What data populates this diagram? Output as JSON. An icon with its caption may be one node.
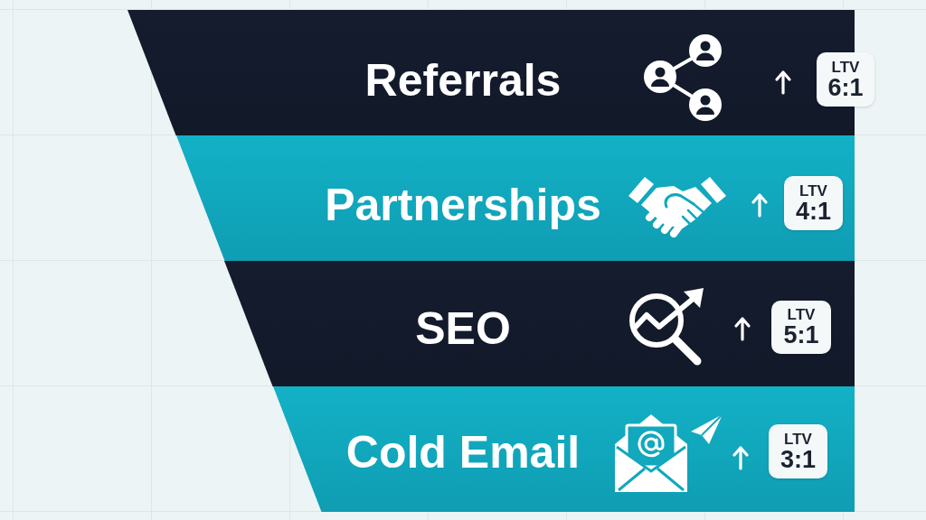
{
  "diagram": {
    "nodes": [
      {
        "text": [
          "Referrals"
        ]
      },
      {
        "text": [
          "LTV",
          "6:1"
        ]
      },
      {
        "text": [
          "Partnerships"
        ]
      },
      {
        "text": [
          "LTV",
          "4:1"
        ],
        "in": 2
      },
      {
        "text": [
          "SEO"
        ]
      },
      {
        "text": [
          "LTV",
          "5:1"
        ],
        "in": 4
      },
      {
        "text": [
          "Cold Email"
        ]
      },
      {
        "text": [
          "LTV",
          "3:1"
        ],
        "in": 6
      }
    ]
  }
}
